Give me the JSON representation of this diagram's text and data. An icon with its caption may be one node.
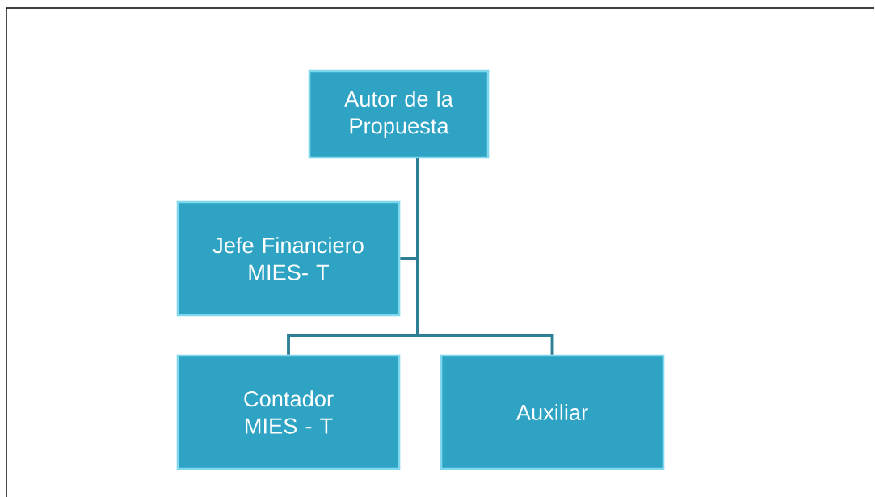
{
  "diagram": {
    "nodes": [
      {
        "text": [
          "Autor de la Propuesta"
        ]
      },
      {
        "text": [
          "Jefe Financiero MIES- T"
        ]
      },
      {
        "text": [
          "Contador MIES - T"
        ]
      },
      {
        "text": [
          "Auxiliar"
        ]
      }
    ],
    "edges": [
      {
        "from": 0,
        "to": 1,
        "arrow": "none"
      },
      {
        "from": 0,
        "to": 2,
        "arrow": "none"
      },
      {
        "from": 0,
        "to": 3,
        "arrow": "none"
      }
    ]
  }
}
